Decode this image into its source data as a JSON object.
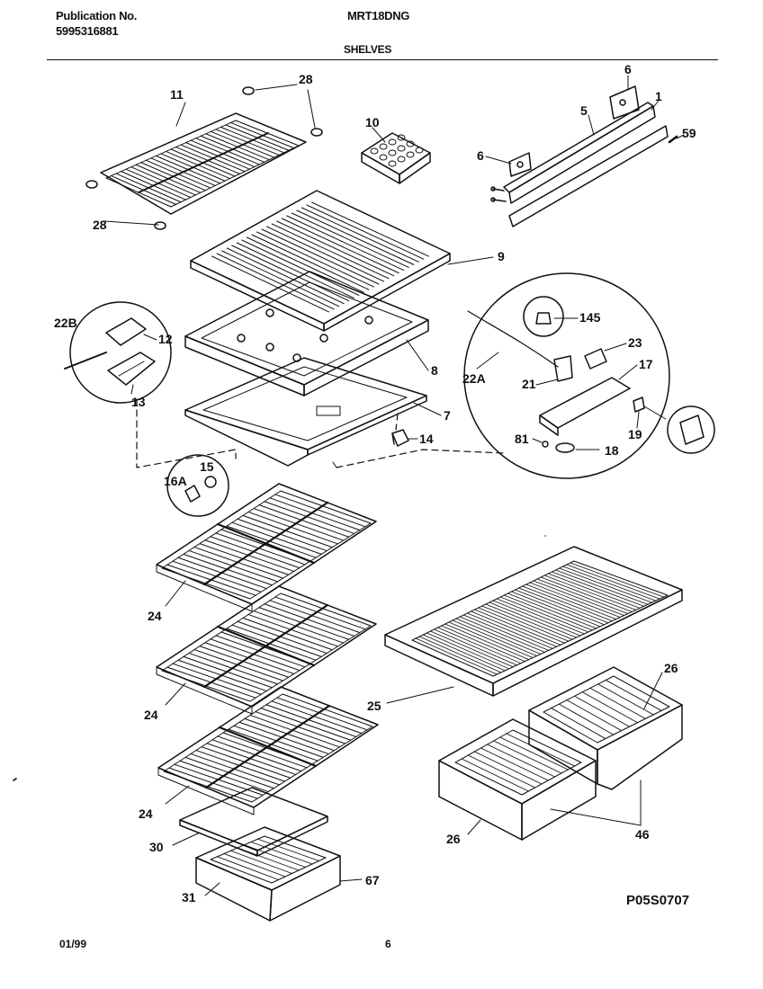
{
  "header": {
    "publication_label": "Publication No.",
    "publication_number": "5995316881",
    "model": "MRT18DNG",
    "section": "SHELVES"
  },
  "footer": {
    "date": "01/99",
    "page": "6",
    "diagram_code": "P05S0707"
  },
  "callouts": [
    {
      "id": "c11",
      "text": "11"
    },
    {
      "id": "c28a",
      "text": "28"
    },
    {
      "id": "c28b",
      "text": "28"
    },
    {
      "id": "c10",
      "text": "10"
    },
    {
      "id": "c6a",
      "text": "6"
    },
    {
      "id": "c6b",
      "text": "6"
    },
    {
      "id": "c5",
      "text": "5"
    },
    {
      "id": "c1",
      "text": "1"
    },
    {
      "id": "c59",
      "text": "59"
    },
    {
      "id": "c9",
      "text": "9"
    },
    {
      "id": "c22b",
      "text": "22B"
    },
    {
      "id": "c12",
      "text": "12"
    },
    {
      "id": "c13",
      "text": "13"
    },
    {
      "id": "c8",
      "text": "8"
    },
    {
      "id": "c7",
      "text": "7"
    },
    {
      "id": "c14",
      "text": "14"
    },
    {
      "id": "c145",
      "text": "145"
    },
    {
      "id": "c23",
      "text": "23"
    },
    {
      "id": "c17",
      "text": "17"
    },
    {
      "id": "c22a",
      "text": "22A"
    },
    {
      "id": "c21",
      "text": "21"
    },
    {
      "id": "c81",
      "text": "81"
    },
    {
      "id": "c18",
      "text": "18"
    },
    {
      "id": "c19",
      "text": "19"
    },
    {
      "id": "c15",
      "text": "15"
    },
    {
      "id": "c16a",
      "text": "16A"
    },
    {
      "id": "c24a",
      "text": "24"
    },
    {
      "id": "c24b",
      "text": "24"
    },
    {
      "id": "c24c",
      "text": "24"
    },
    {
      "id": "c25",
      "text": "25"
    },
    {
      "id": "c26a",
      "text": "26"
    },
    {
      "id": "c26b",
      "text": "26"
    },
    {
      "id": "c46",
      "text": "46"
    },
    {
      "id": "c30",
      "text": "30"
    },
    {
      "id": "c31",
      "text": "31"
    },
    {
      "id": "c67",
      "text": "67"
    }
  ]
}
